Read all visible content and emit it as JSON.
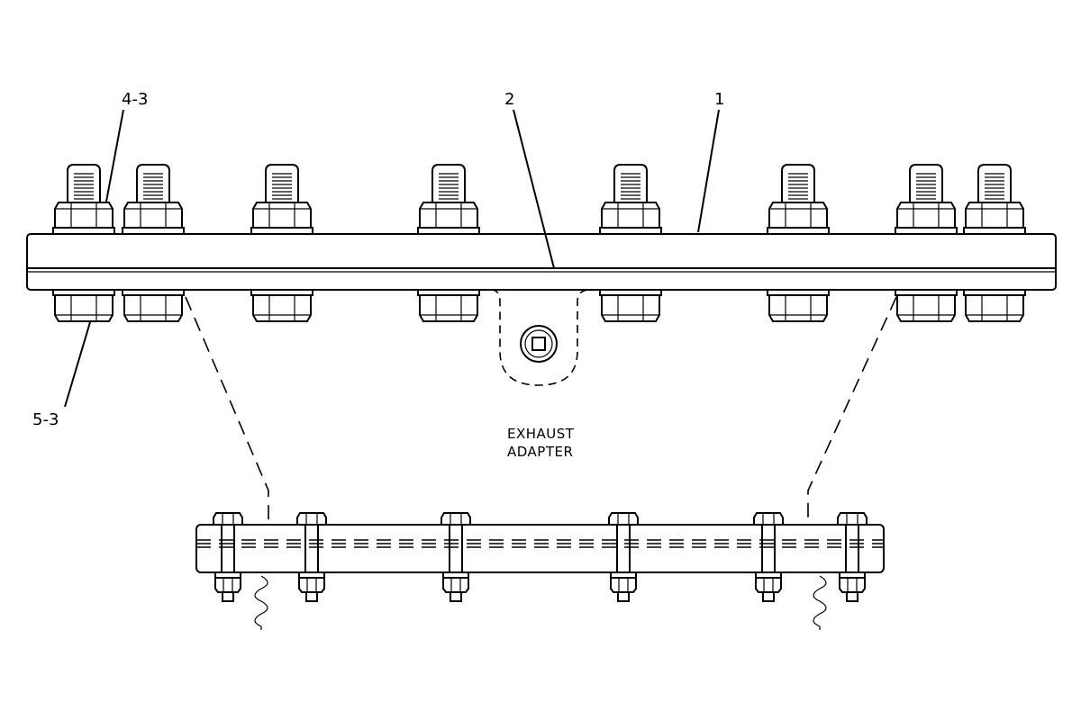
{
  "callouts": {
    "c1": "1",
    "c2": "2",
    "c4_3": "4-3",
    "c5_3": "5-3"
  },
  "note": {
    "line1": "EXHAUST",
    "line2": "ADAPTER"
  }
}
